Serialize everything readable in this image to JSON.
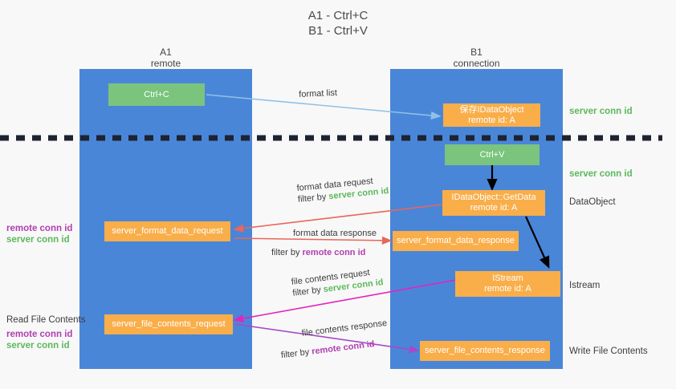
{
  "title": {
    "line1": "A1 - Ctrl+C",
    "line2": "B1 - Ctrl+V"
  },
  "columns": [
    {
      "name": "A1",
      "sub": "remote"
    },
    {
      "name": "B1",
      "sub": "connection"
    }
  ],
  "boxes": {
    "ctrl_c": {
      "line1": "Ctrl+C",
      "line2": ""
    },
    "ctrl_v": {
      "line1": "Ctrl+V",
      "line2": ""
    },
    "store_dataobject": {
      "line1": "保存IDataObject",
      "line2": "remote id: A"
    },
    "getdata": {
      "line1": "IDataObject::GetData",
      "line2": "remote id: A"
    },
    "istream": {
      "line1": "IStream",
      "line2": "remote id: A"
    },
    "fmt_req": {
      "line1": "server_format_data_request",
      "line2": ""
    },
    "fmt_resp": {
      "line1": "server_format_data_response",
      "line2": ""
    },
    "file_req": {
      "line1": "server_file_contents_request",
      "line2": ""
    },
    "file_resp": {
      "line1": "server_file_contents_response",
      "line2": ""
    }
  },
  "captions": {
    "format_list": "format list",
    "fmt_req_l1": "format data request",
    "fmt_req_l2_prefix": "filter by ",
    "fmt_req_l2_key": "server conn id",
    "fmt_resp_l1": "format data response",
    "fmt_resp_l2_prefix": "filter by ",
    "fmt_resp_l2_key": "remote conn id",
    "file_req_l1": "file contents request",
    "file_req_l2_prefix": "filter by ",
    "file_req_l2_key": "server conn id",
    "file_resp_l1": "file contents response",
    "file_resp_l2_prefix": "filter by ",
    "file_resp_l2_key": "remote conn id"
  },
  "side_labels": {
    "right_conn_1": "server conn id",
    "right_conn_2": "server conn id",
    "right_dataobject": "DataObject",
    "right_istream": "Istream",
    "right_write_file": "Write File Contents",
    "left_remote_1": "remote conn id",
    "left_server_1": "server conn id",
    "left_read_file": "Read File Contents",
    "left_remote_2": "remote conn id",
    "left_server_2": "server conn id"
  },
  "colors": {
    "lane_blue": "#4a86d8",
    "box_green": "#7ac47d",
    "box_orange": "#f9ae4a",
    "arrow_lightblue": "#8fc0e8",
    "arrow_red": "#e8665a",
    "arrow_magenta": "#e224bd",
    "arrow_purple": "#a748c8",
    "arrow_black": "#000000",
    "text_green": "#5cb85c",
    "text_purple": "#b03fb0",
    "background": "#f8f8f8"
  }
}
